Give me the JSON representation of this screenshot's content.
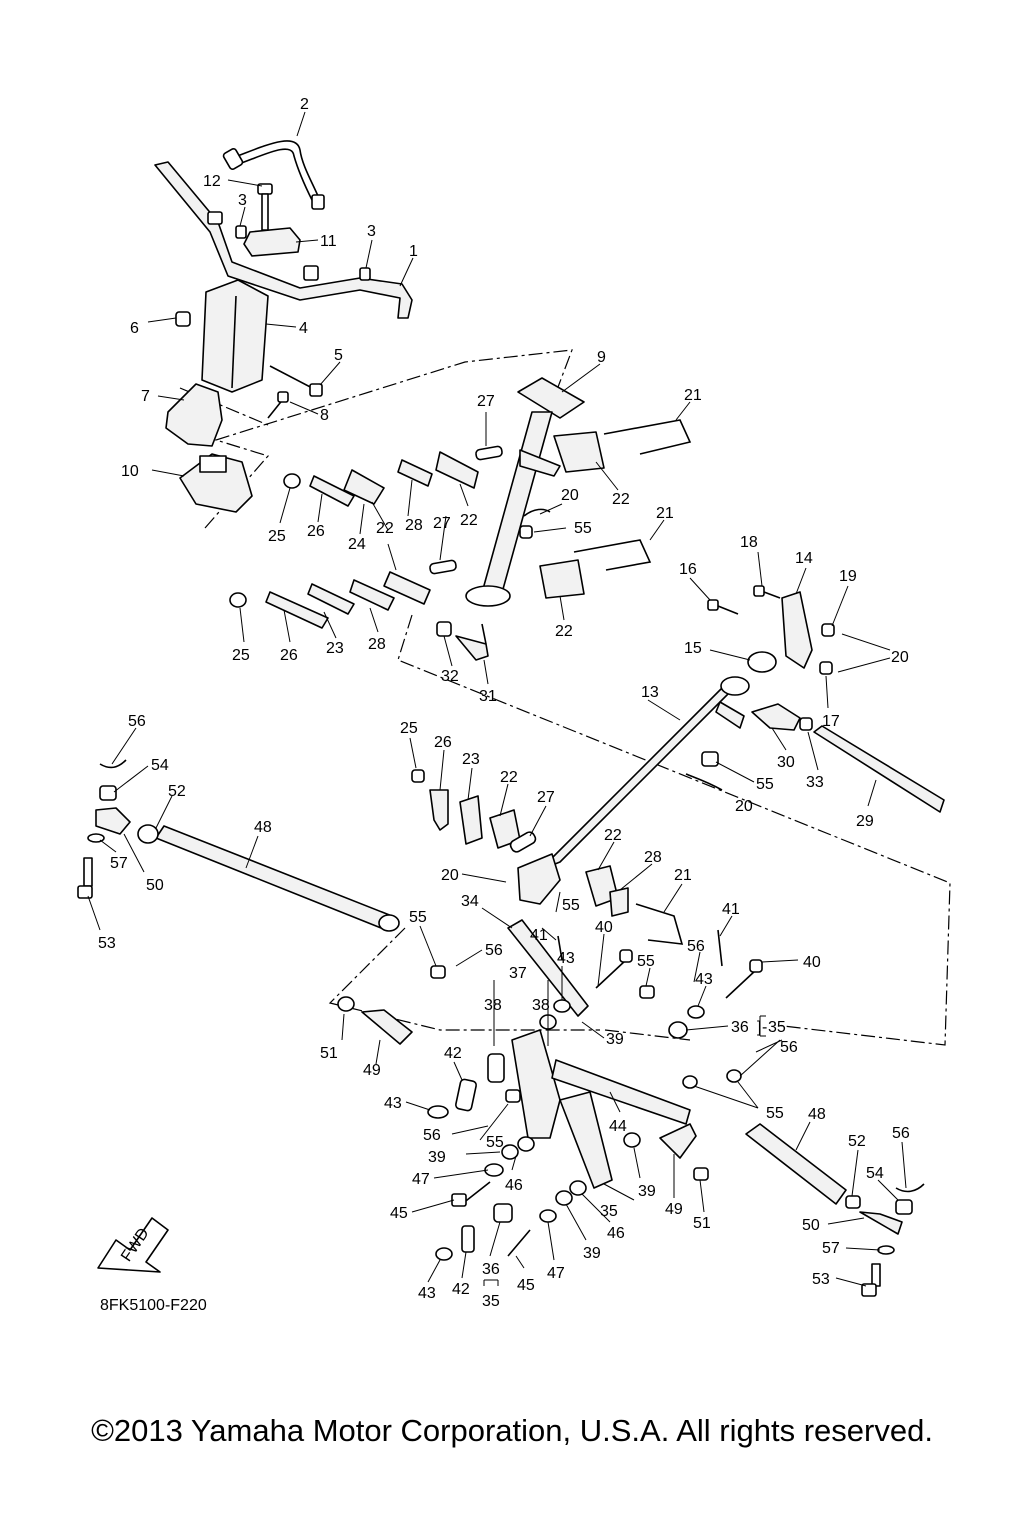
{
  "diagram": {
    "code": "8FK5100-F220",
    "fwd_label": "FWD",
    "callouts": [
      {
        "id": "c2",
        "label": "2"
      },
      {
        "id": "c12",
        "label": "12"
      },
      {
        "id": "c3a",
        "label": "3"
      },
      {
        "id": "c11",
        "label": "11"
      },
      {
        "id": "c3b",
        "label": "3"
      },
      {
        "id": "c1",
        "label": "1"
      },
      {
        "id": "c6",
        "label": "6"
      },
      {
        "id": "c4",
        "label": "4"
      },
      {
        "id": "c5",
        "label": "5"
      },
      {
        "id": "c7",
        "label": "7"
      },
      {
        "id": "c8",
        "label": "8"
      },
      {
        "id": "c10",
        "label": "10"
      },
      {
        "id": "c9",
        "label": "9"
      },
      {
        "id": "c27a",
        "label": "27"
      },
      {
        "id": "c21a",
        "label": "21"
      },
      {
        "id": "c22a",
        "label": "22"
      },
      {
        "id": "c20a",
        "label": "20"
      },
      {
        "id": "c55a",
        "label": "55"
      },
      {
        "id": "c21b",
        "label": "21"
      },
      {
        "id": "c25a",
        "label": "25"
      },
      {
        "id": "c26a",
        "label": "26"
      },
      {
        "id": "c24",
        "label": "24"
      },
      {
        "id": "c22b",
        "label": "22"
      },
      {
        "id": "c28a",
        "label": "28"
      },
      {
        "id": "c27b",
        "label": "27"
      },
      {
        "id": "c22c",
        "label": "22"
      },
      {
        "id": "c22d",
        "label": "22"
      },
      {
        "id": "c25b",
        "label": "25"
      },
      {
        "id": "c26b",
        "label": "26"
      },
      {
        "id": "c23a",
        "label": "23"
      },
      {
        "id": "c28b",
        "label": "28"
      },
      {
        "id": "c32",
        "label": "32"
      },
      {
        "id": "c31",
        "label": "31"
      },
      {
        "id": "c18",
        "label": "18"
      },
      {
        "id": "c14",
        "label": "14"
      },
      {
        "id": "c16",
        "label": "16"
      },
      {
        "id": "c19",
        "label": "19"
      },
      {
        "id": "c20b",
        "label": "20"
      },
      {
        "id": "c15",
        "label": "15"
      },
      {
        "id": "c17",
        "label": "17"
      },
      {
        "id": "c13",
        "label": "13"
      },
      {
        "id": "c30",
        "label": "30"
      },
      {
        "id": "c33",
        "label": "33"
      },
      {
        "id": "c55b",
        "label": "55"
      },
      {
        "id": "c20c",
        "label": "20"
      },
      {
        "id": "c29",
        "label": "29"
      },
      {
        "id": "c56a",
        "label": "56"
      },
      {
        "id": "c54a",
        "label": "54"
      },
      {
        "id": "c52a",
        "label": "52"
      },
      {
        "id": "c48a",
        "label": "48"
      },
      {
        "id": "c57a",
        "label": "57"
      },
      {
        "id": "c50a",
        "label": "50"
      },
      {
        "id": "c53a",
        "label": "53"
      },
      {
        "id": "c25c",
        "label": "25"
      },
      {
        "id": "c26c",
        "label": "26"
      },
      {
        "id": "c23b",
        "label": "23"
      },
      {
        "id": "c22e",
        "label": "22"
      },
      {
        "id": "c27c",
        "label": "27"
      },
      {
        "id": "c22f",
        "label": "22"
      },
      {
        "id": "c28c",
        "label": "28"
      },
      {
        "id": "c20d",
        "label": "20"
      },
      {
        "id": "c21c",
        "label": "21"
      },
      {
        "id": "c34",
        "label": "34"
      },
      {
        "id": "c55c",
        "label": "55"
      },
      {
        "id": "c41a",
        "label": "41"
      },
      {
        "id": "c40a",
        "label": "40"
      },
      {
        "id": "c41b",
        "label": "41"
      },
      {
        "id": "c55d",
        "label": "55"
      },
      {
        "id": "c56b",
        "label": "56"
      },
      {
        "id": "c43a",
        "label": "43"
      },
      {
        "id": "c56c",
        "label": "56"
      },
      {
        "id": "c55e",
        "label": "55"
      },
      {
        "id": "c37",
        "label": "37"
      },
      {
        "id": "c43b",
        "label": "43"
      },
      {
        "id": "c40b",
        "label": "40"
      },
      {
        "id": "c38a",
        "label": "38"
      },
      {
        "id": "c38b",
        "label": "38"
      },
      {
        "id": "c36a",
        "label": "36"
      },
      {
        "id": "c35a",
        "label": "35"
      },
      {
        "id": "c51a",
        "label": "51"
      },
      {
        "id": "c49a",
        "label": "49"
      },
      {
        "id": "c39a",
        "label": "39"
      },
      {
        "id": "c56d",
        "label": "56"
      },
      {
        "id": "c42a",
        "label": "42"
      },
      {
        "id": "c43c",
        "label": "43"
      },
      {
        "id": "c44",
        "label": "44"
      },
      {
        "id": "c55f",
        "label": "55"
      },
      {
        "id": "c48b",
        "label": "48"
      },
      {
        "id": "c56e",
        "label": "56"
      },
      {
        "id": "c55g",
        "label": "55"
      },
      {
        "id": "c39b",
        "label": "39"
      },
      {
        "id": "c46a",
        "label": "46"
      },
      {
        "id": "c47a",
        "label": "47"
      },
      {
        "id": "c45a",
        "label": "45"
      },
      {
        "id": "c39c",
        "label": "39"
      },
      {
        "id": "c35b",
        "label": "35"
      },
      {
        "id": "c49b",
        "label": "49"
      },
      {
        "id": "c51b",
        "label": "51"
      },
      {
        "id": "c52b",
        "label": "52"
      },
      {
        "id": "c56f",
        "label": "56"
      },
      {
        "id": "c54b",
        "label": "54"
      },
      {
        "id": "c50b",
        "label": "50"
      },
      {
        "id": "c57b",
        "label": "57"
      },
      {
        "id": "c53b",
        "label": "53"
      },
      {
        "id": "c46b",
        "label": "46"
      },
      {
        "id": "c39d",
        "label": "39"
      },
      {
        "id": "c47b",
        "label": "47"
      },
      {
        "id": "c45b",
        "label": "45"
      },
      {
        "id": "c36b",
        "label": "36"
      },
      {
        "id": "c35c",
        "label": "35"
      },
      {
        "id": "c43d",
        "label": "43"
      },
      {
        "id": "c42b",
        "label": "42"
      }
    ]
  },
  "footer": {
    "copyright": "©2013 Yamaha Motor Corporation, U.S.A. All rights reserved."
  }
}
